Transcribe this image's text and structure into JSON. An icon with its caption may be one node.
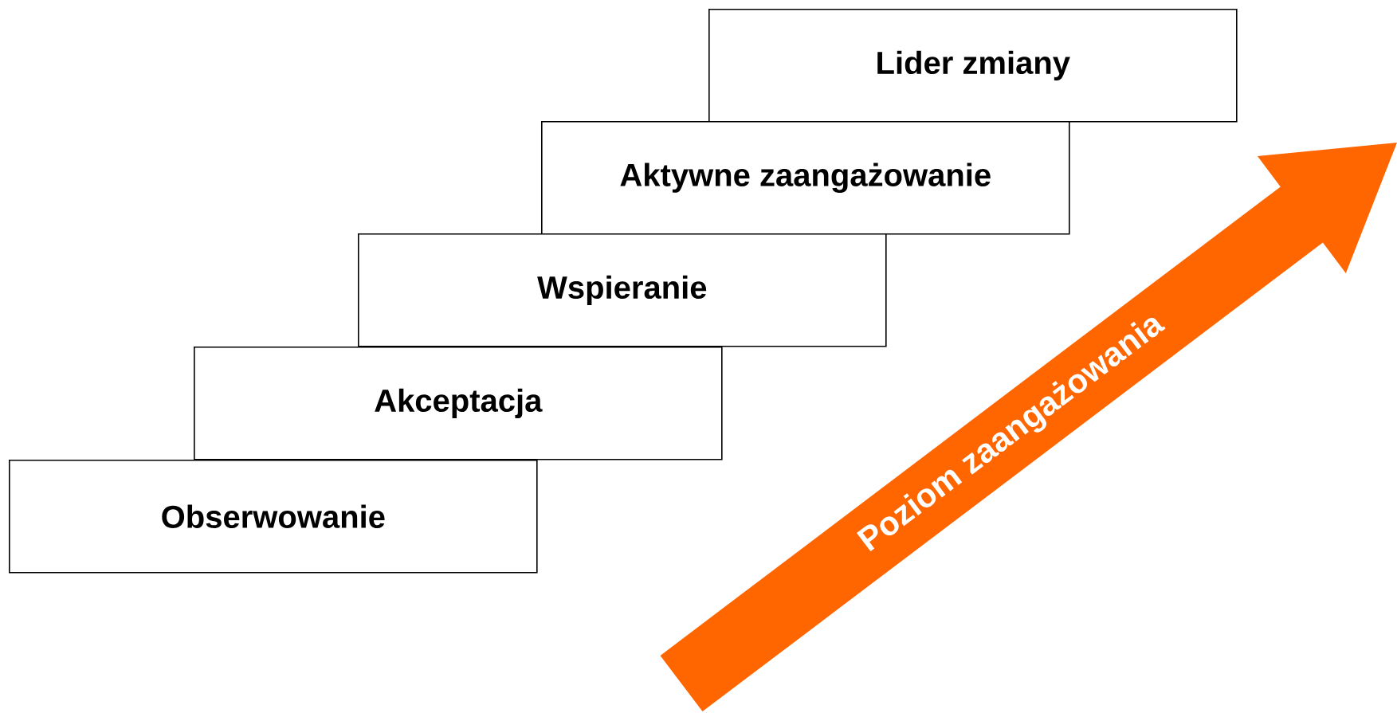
{
  "diagram": {
    "nodes": [
      {
        "text": [
          "Lider zmiany"
        ]
      },
      {
        "text": [
          "Aktywne zaangażowanie"
        ]
      },
      {
        "text": [
          "Wspieranie"
        ]
      },
      {
        "text": [
          "Akceptacja"
        ]
      },
      {
        "text": [
          "Obserwowanie"
        ]
      }
    ],
    "labels": [
      "Poziom zaangażowania"
    ]
  }
}
